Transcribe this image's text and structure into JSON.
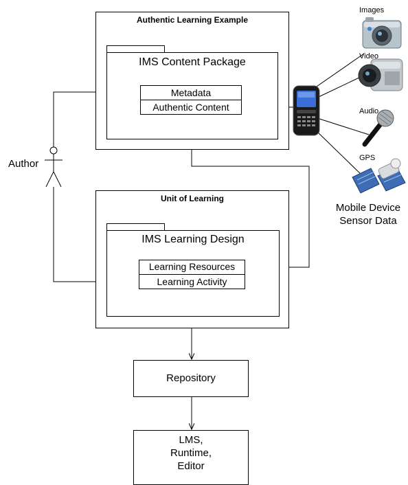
{
  "authentic_example": {
    "title": "Authentic Learning Example",
    "package_label": "IMS Content Package",
    "metadata": "Metadata",
    "content": "Authentic Content"
  },
  "unit": {
    "title": "Unit of Learning",
    "design_label": "IMS Learning Design",
    "resources": "Learning Resources",
    "activity": "Learning Activity"
  },
  "actor": {
    "label": "Author"
  },
  "sensors": {
    "images": "Images",
    "video": "Video",
    "audio": "Audio",
    "gps": "GPS",
    "caption_line1": "Mobile Device",
    "caption_line2": "Sensor Data"
  },
  "repository": "Repository",
  "lms": {
    "line1": "LMS,",
    "line2": "Runtime,",
    "line3": "Editor"
  }
}
